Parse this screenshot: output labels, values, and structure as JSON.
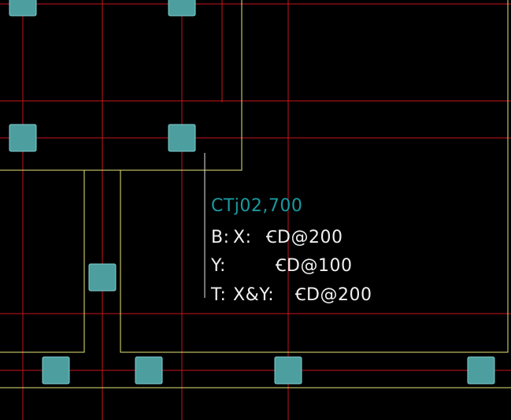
{
  "drawing": {
    "background": "#000000",
    "colors": {
      "axis_line": "#c8141e",
      "outline": "#e6e678",
      "column_fill": "#4c9e9f",
      "column_stroke": "#7fcfd0",
      "leader": "#e6e6e6",
      "label_primary": "#1a9aa0",
      "label_secondary": "#f0f0f0",
      "green_line": "#1a8a2a"
    },
    "annotation": {
      "tag": "CTj02,700",
      "bottom_label": "B:",
      "x_label": "X:",
      "x_value": "ꞒD@200",
      "y_label": "Y:",
      "y_value": "ꞒD@100",
      "top_label": "T:",
      "xy_label": "X&Y:",
      "xy_value": "ꞒD@200"
    },
    "columns": [
      {
        "name": "column-a1"
      },
      {
        "name": "column-a2"
      },
      {
        "name": "column-b1"
      },
      {
        "name": "column-b2"
      },
      {
        "name": "column-c1"
      },
      {
        "name": "column-d1"
      },
      {
        "name": "column-d2"
      },
      {
        "name": "column-d3"
      },
      {
        "name": "column-d4"
      }
    ]
  }
}
